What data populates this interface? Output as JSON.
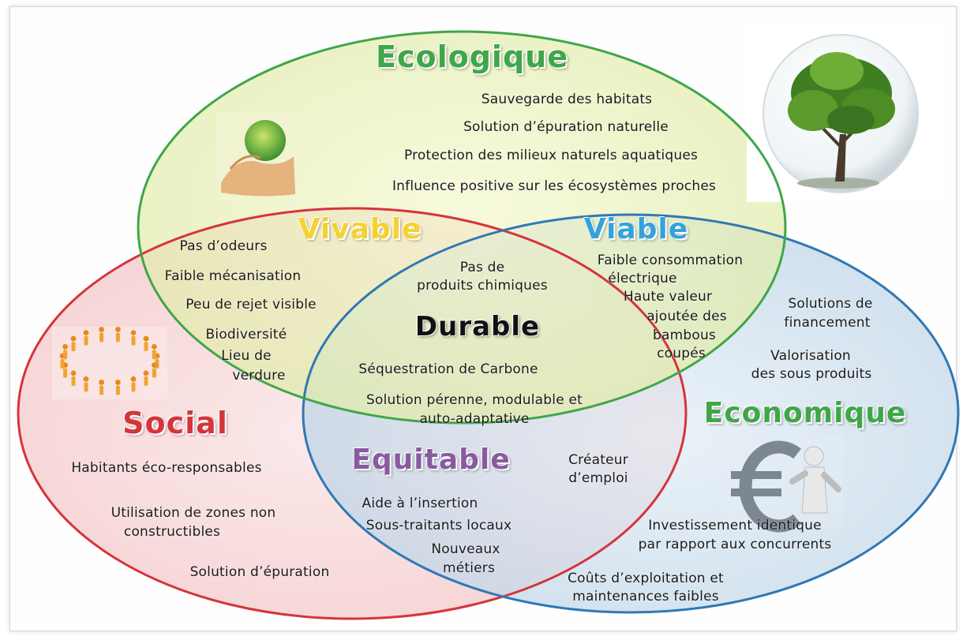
{
  "colors": {
    "ecologique": "#3fa64a",
    "social": "#d5343b",
    "economique": "#2f78b5",
    "vivable": "#f5d131",
    "viable": "#35a2db",
    "equitable": "#8a5aa0"
  },
  "icons": {
    "ecologique": "hands-holding-globe-icon",
    "tree": "tree-in-bubble-icon",
    "social": "people-circle-icon",
    "economique": "euro-figure-icon"
  },
  "ecologique": {
    "title": "Ecologique",
    "items": [
      "Sauvegarde des habitats",
      "Solution d’épuration naturelle",
      "Protection des milieux naturels aquatiques",
      "Influence positive sur les écosystèmes proches"
    ]
  },
  "vivable": {
    "title": "Vivable",
    "items": [
      "Pas d’odeurs",
      "Faible mécanisation",
      "Peu de rejet visible",
      "Biodiversité",
      "Lieu de",
      "verdure"
    ]
  },
  "viable": {
    "title": "Viable",
    "items": [
      "Faible consommation",
      "électrique",
      "Haute valeur",
      "ajoutée des",
      "bambous",
      "coupés"
    ]
  },
  "durable": {
    "title": "Durable",
    "items": [
      "Pas de",
      "produits chimiques",
      "Séquestration de Carbone",
      "Solution pérenne, modulable et",
      "auto-adaptative"
    ]
  },
  "economique": {
    "title": "Economique",
    "items": [
      "Solutions de",
      "financement",
      "Valorisation",
      "des sous produits",
      "Investissement identique",
      "par rapport aux concurrents",
      "Coûts d’exploitation et",
      "maintenances faibles"
    ]
  },
  "social": {
    "title": "Social",
    "items": [
      "Habitants éco-responsables",
      "Utilisation de zones non",
      "constructibles",
      "Solution d’épuration"
    ]
  },
  "equitable": {
    "title": "Equitable",
    "items": [
      "Créateur",
      "d’emploi",
      "Aide à l’insertion",
      "Sous-traitants locaux",
      "Nouveaux",
      "métiers"
    ]
  }
}
